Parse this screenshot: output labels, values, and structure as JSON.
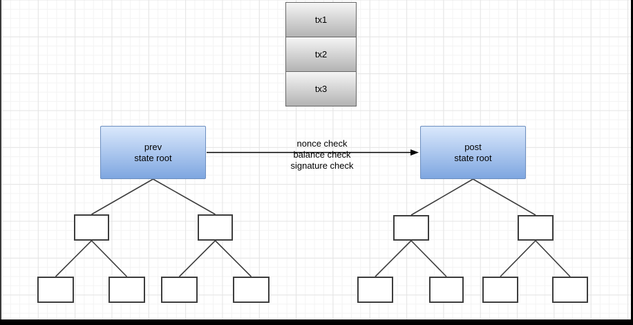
{
  "transaction_stack": {
    "items": [
      {
        "label": "tx1"
      },
      {
        "label": "tx2"
      },
      {
        "label": "tx3"
      }
    ]
  },
  "state_roots": {
    "prev": {
      "line1": "prev",
      "line2": "state root"
    },
    "post": {
      "line1": "post",
      "line2": "state root"
    }
  },
  "transition_arrow": {
    "labels": {
      "line1": "nonce check",
      "line2": "balance check",
      "line3": "signature check"
    }
  },
  "colors": {
    "root_fill_top": "#dae8fc",
    "root_fill_bottom": "#7ea6e0",
    "root_border": "#6c8ebf",
    "tx_fill_top": "#f5f5f5",
    "tx_fill_bottom": "#b3b3b3",
    "tx_border": "#666666",
    "node_border": "#3d3d3d",
    "connector": "#3d3d3d",
    "arrow": "#000000",
    "grid_minor": "#f3f3f3",
    "grid_major": "#e4e4e4"
  }
}
